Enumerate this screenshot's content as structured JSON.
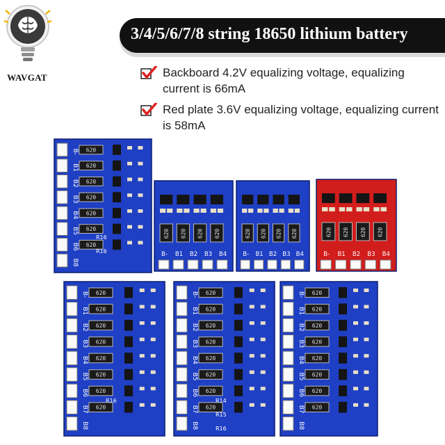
{
  "brand": {
    "name": "WAVGAT"
  },
  "banner": {
    "title": "3/4/5/6/7/8 string 18650 lithium battery"
  },
  "features": [
    {
      "icon": "red-check-icon",
      "text": "Backboard 4.2V equalizing voltage, equalizing current is 66mA"
    },
    {
      "icon": "red-check-icon",
      "text": "Red plate 3.6V equalizing voltage, equalizing current is 58mA"
    }
  ],
  "resistor_label": "620",
  "colors": {
    "blue_pcb": "#1f3fc4",
    "red_pcb": "#d21d1d",
    "banner_bg": "#111111",
    "check": "#e02020"
  },
  "boards": [
    {
      "name": "8s-blue-board",
      "color": "blue",
      "pins": [
        "B-",
        "B1",
        "B2",
        "B3",
        "B4",
        "B5",
        "B6",
        "B8"
      ],
      "resistor_marks": [
        "R16",
        "R16"
      ]
    },
    {
      "name": "4s-blue-board-a",
      "color": "blue",
      "pins": [
        "B-",
        "B1",
        "B2",
        "B3",
        "B4"
      ]
    },
    {
      "name": "4s-blue-board-b",
      "color": "blue",
      "pins": [
        "B-",
        "B1",
        "B2",
        "B3",
        "B4"
      ]
    },
    {
      "name": "4s-red-board",
      "color": "red",
      "pins": [
        "B-",
        "B1",
        "B2",
        "B3",
        "B4"
      ]
    },
    {
      "name": "8s-board-bottom-left",
      "color": "blue",
      "pins": [
        "B-",
        "B1",
        "B2",
        "B3",
        "B4",
        "B5",
        "B6",
        "B7",
        "B8"
      ],
      "resistor_marks": [
        "R16"
      ]
    },
    {
      "name": "8s-board-bottom-middle",
      "color": "blue",
      "pins": [
        "B-",
        "B1",
        "B2",
        "B3",
        "B4",
        "B5",
        "B6",
        "B7",
        "B8"
      ],
      "resistor_marks": [
        "R14",
        "R15",
        "R16"
      ]
    },
    {
      "name": "8s-board-bottom-right",
      "color": "blue",
      "pins": [
        "B-",
        "B1",
        "B2",
        "B3",
        "B4",
        "B5",
        "B6",
        "B7",
        "B8"
      ]
    }
  ]
}
